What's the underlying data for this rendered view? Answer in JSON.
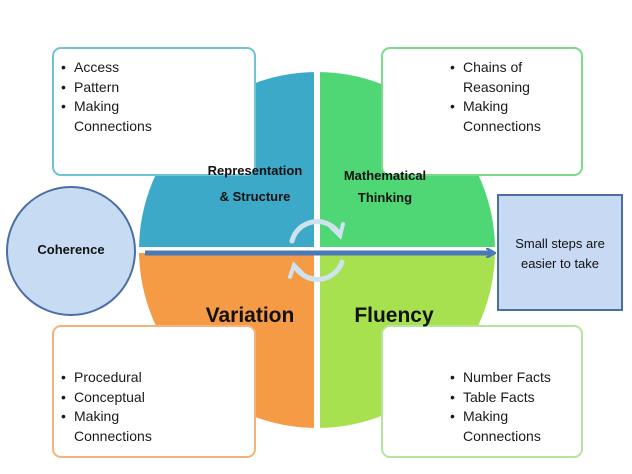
{
  "boxes": {
    "top_left": [
      "Access",
      "Pattern",
      "Making",
      "Connections"
    ],
    "top_right": [
      "Chains of",
      "Reasoning",
      "Making",
      "Connections"
    ],
    "bottom_left": [
      "Procedural",
      "Conceptual",
      "Making",
      "Connections"
    ],
    "bottom_right": [
      "Number Facts",
      "Table Facts",
      "Making",
      "Connections"
    ]
  },
  "quadrants": {
    "representation": {
      "line1": "Representation",
      "line2": "& Structure",
      "color": "#3da9c9"
    },
    "mathematical": {
      "line1": "Mathematical",
      "line2": "Thinking",
      "color": "#4fd675"
    },
    "variation": {
      "label": "Variation",
      "color": "#f59a45"
    },
    "fluency": {
      "label": "Fluency",
      "color": "#a8e14f"
    }
  },
  "coherence": {
    "label": "Coherence",
    "color": "#c7dbf2"
  },
  "small_steps": {
    "line1": "Small steps are",
    "line2": "easier to take",
    "color": "#c8d9f3"
  },
  "arrow_color": "#4a79b8"
}
